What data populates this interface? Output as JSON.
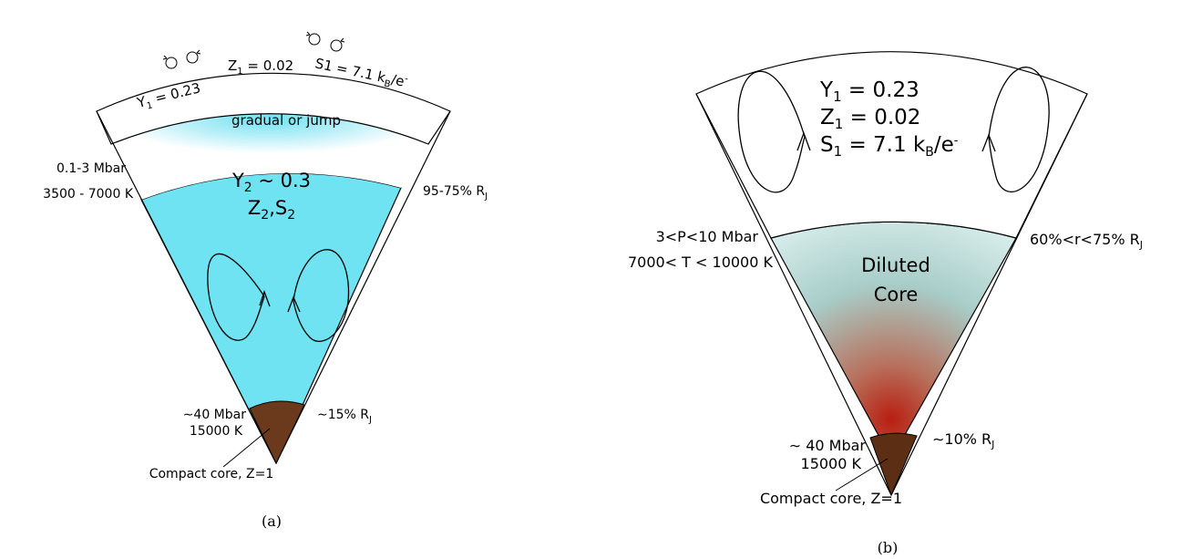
{
  "panel_a": {
    "caption": "(a)",
    "outer_layer": {
      "y1": "0.23",
      "z1": "0.02",
      "s1": "7.1 k",
      "s1_unit_sub": "B",
      "s1_unit_tail": "/e",
      "s1_unit_sup": "-"
    },
    "transition_label": "gradual or jump",
    "transition_pressure": "0.1-3 Mbar",
    "transition_temperature": "3500 - 7000 K",
    "transition_radius": "95-75% R",
    "transition_radius_sub": "J",
    "inner_layer": {
      "y2": "~ 0.3",
      "z2_s2": "Z",
      "comma": ",S"
    },
    "core_pressure": "40 Mbar",
    "core_temperature": "15000 K",
    "core_radius": "15% R",
    "core_radius_sub": "J",
    "core_label": "Compact core, Z=1",
    "colors": {
      "inner": "#6fe3f2",
      "core": "#6b3a1d"
    }
  },
  "panel_b": {
    "caption": "(b)",
    "outer_layer": {
      "y1": "= 0.23",
      "z1": "= 0.02",
      "s1": "= 7.1 k",
      "s1_unit_sub": "B",
      "s1_unit_tail": "/e",
      "s1_unit_sup": "-"
    },
    "transition_pressure": "3<P<10 Mbar",
    "transition_temperature": "7000< T < 10000 K",
    "transition_radius": "60%<r<75% R",
    "transition_radius_sub": "J",
    "diluted_line1": "Diluted",
    "diluted_line2": "Core",
    "core_pressure": "40 Mbar",
    "core_temperature": "15000 K",
    "core_radius": "10% R",
    "core_radius_sub": "J",
    "core_label": "Compact core, Z=1",
    "colors": {
      "diluted_top": "#dff5f5",
      "diluted_bottom": "#b81e10",
      "core": "#5c2e14"
    }
  }
}
